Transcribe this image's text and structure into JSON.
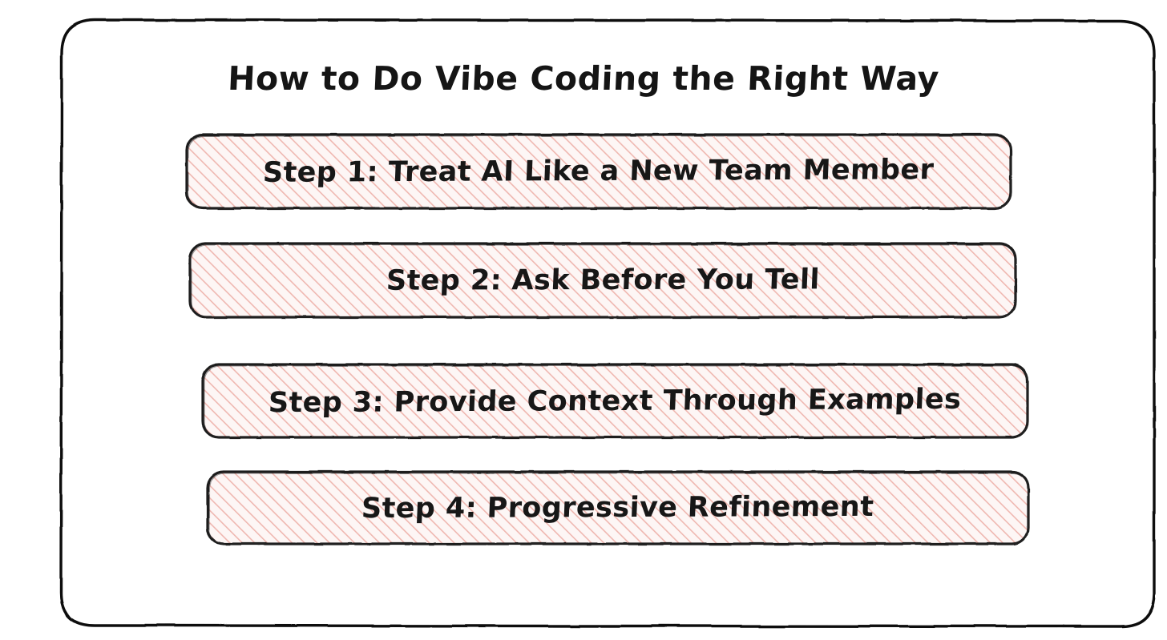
{
  "diagram": {
    "title": "How to Do Vibe Coding the Right Way",
    "style": {
      "background": "#ffffff",
      "frame_stroke": "#111111",
      "box_stroke": "#1a1a1a",
      "box_fill": "#fdf5f4",
      "hatch_color": "#efb7b0",
      "text_color": "#171717"
    },
    "steps": [
      {
        "id": "step-1",
        "label": "Step 1: Treat AI Like a New Team Member"
      },
      {
        "id": "step-2",
        "label": "Step 2: Ask Before You Tell"
      },
      {
        "id": "step-3",
        "label": "Step 3: Provide Context Through Examples"
      },
      {
        "id": "step-4",
        "label": "Step 4: Progressive Refinement"
      }
    ]
  }
}
